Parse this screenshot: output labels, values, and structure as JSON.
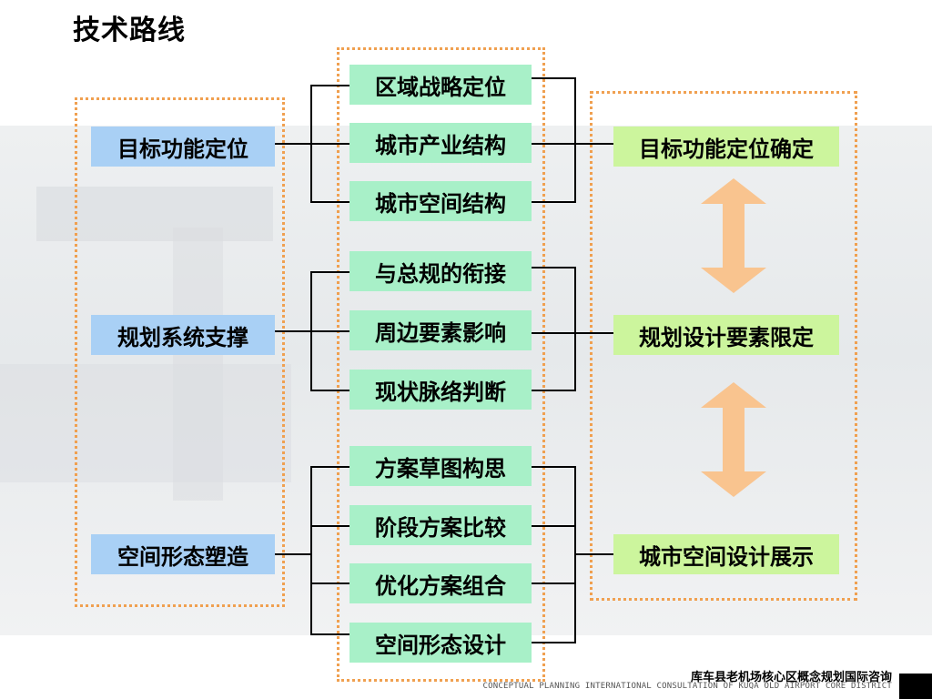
{
  "title": "技术路线",
  "left_column": [
    "目标功能定位",
    "规划系统支撑",
    "空间形态塑造"
  ],
  "middle_groups": [
    [
      "区域战略定位",
      "城市产业结构",
      "城市空间结构"
    ],
    [
      "与总规的衔接",
      "周边要素影响",
      "现状脉络判断"
    ],
    [
      "方案草图构思",
      "阶段方案比较",
      "优化方案组合",
      "空间形态设计"
    ]
  ],
  "right_column": [
    "目标功能定位确定",
    "规划设计要素限定",
    "城市空间设计展示"
  ],
  "footer": {
    "cn": "库车县老机场核心区概念规划国际咨询",
    "en": "CONCEPTUAL PLANNING INTERNATIONAL CONSULTATION OF KUQA OLD AIRPORT CORE DISTRICT"
  },
  "colors": {
    "left_box": "#a9d0f5",
    "middle_box": "#a8f0c8",
    "right_box": "#ccf59d",
    "panel_border": "#f0a050",
    "arrow": "#f9c48f"
  },
  "icons": [
    "double-arrow-vertical"
  ]
}
